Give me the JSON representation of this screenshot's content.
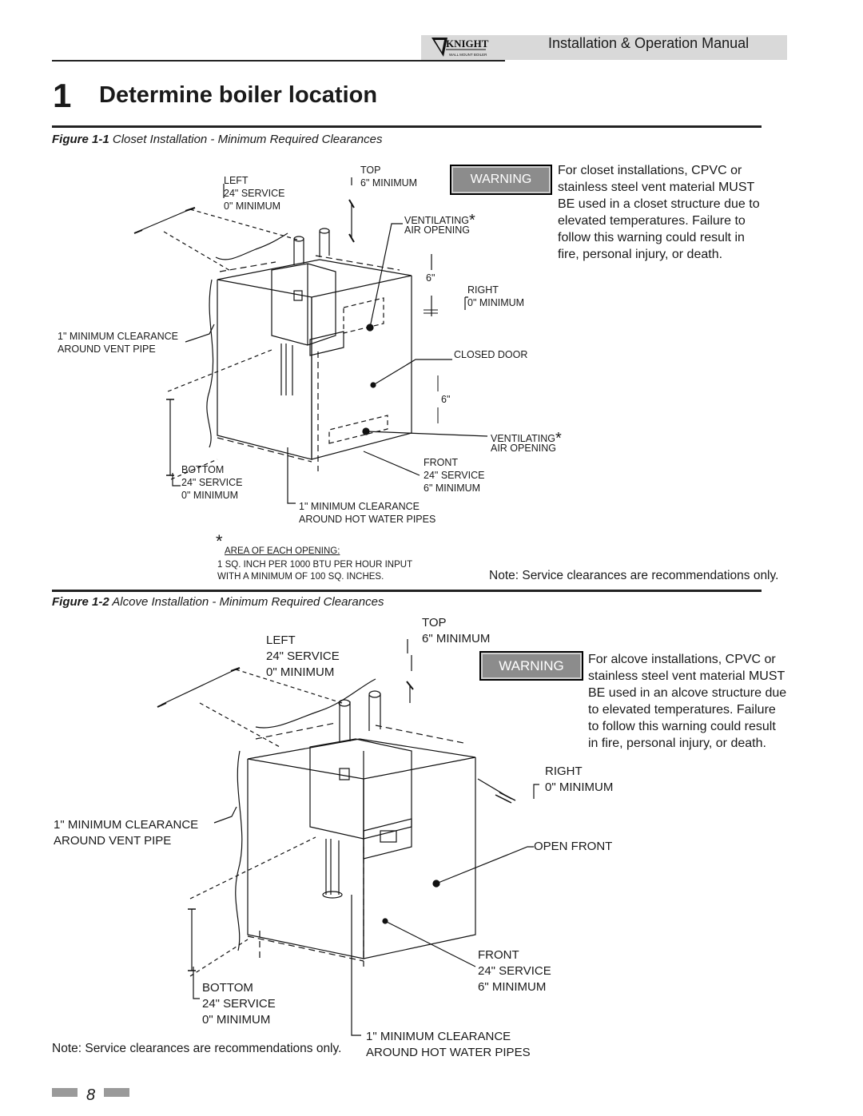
{
  "header": {
    "logo_text": "KNIGHT",
    "logo_subtext": "WALL MOUNT BOILER",
    "title": "Installation & Operation Manual"
  },
  "chapter": {
    "number": "1",
    "title": "Determine boiler location"
  },
  "figure1": {
    "caption_num": "Figure 1-1",
    "caption_text": " Closet Installation - Minimum Required Clearances",
    "warning_label": "WARNING",
    "warning_lines": [
      "For closet installations, CPVC or",
      "stainless steel vent material MUST",
      "BE used in a closet structure due to",
      "elevated temperatures. Failure to",
      "follow this warning could result in",
      "fire, personal injury, or death."
    ],
    "labels": {
      "left": [
        "LEFT",
        "24\" SERVICE",
        "0\" MINIMUM"
      ],
      "top": [
        "TOP",
        "6\" MINIMUM"
      ],
      "vent_top": [
        "VENTILATING",
        "AIR OPENING"
      ],
      "six_top": "6\"",
      "right": [
        "RIGHT",
        "0\" MINIMUM"
      ],
      "vent_pipe": [
        "1\" MINIMUM CLEARANCE",
        "AROUND VENT PIPE"
      ],
      "closed_door": "CLOSED DOOR",
      "six_bottom": "6\"",
      "vent_bottom": [
        "VENTILATING",
        "AIR OPENING"
      ],
      "front": [
        "FRONT",
        "24\" SERVICE",
        "6\" MINIMUM"
      ],
      "bottom": [
        "BOTTOM",
        "24\" SERVICE",
        "0\" MINIMUM"
      ],
      "hot_water": [
        "1\" MINIMUM CLEARANCE",
        "AROUND HOT WATER PIPES"
      ],
      "asterisk": "*"
    },
    "area_note": {
      "title": "AREA OF EACH OPENING:",
      "line1": "1 SQ. INCH PER 1000 BTU PER HOUR INPUT",
      "line2": "WITH A MINIMUM OF 100 SQ. INCHES."
    },
    "service_note": "Note: Service clearances are recommendations only."
  },
  "figure2": {
    "caption_num": "Figure 1-2",
    "caption_text": " Alcove Installation - Minimum Required Clearances",
    "warning_label": "WARNING",
    "warning_lines": [
      "For alcove installations, CPVC or",
      "stainless steel vent material MUST",
      "BE used in an alcove structure due",
      "to elevated temperatures. Failure",
      "to follow this warning could result",
      "in fire, personal injury, or death."
    ],
    "labels": {
      "top": [
        "TOP",
        "6\" MINIMUM"
      ],
      "left": [
        "LEFT",
        "24\" SERVICE",
        "0\" MINIMUM"
      ],
      "right": [
        "RIGHT",
        "0\" MINIMUM"
      ],
      "vent_pipe": [
        "1\" MINIMUM CLEARANCE",
        "AROUND VENT PIPE"
      ],
      "open_front": "OPEN FRONT",
      "front": [
        "FRONT",
        "24\" SERVICE",
        "6\" MINIMUM"
      ],
      "bottom": [
        "BOTTOM",
        "24\" SERVICE",
        "0\" MINIMUM"
      ],
      "hot_water": [
        "1\" MINIMUM CLEARANCE",
        "AROUND HOT WATER PIPES"
      ]
    },
    "service_note": "Note: Service clearances are recommendations only."
  },
  "footer": {
    "page_number": "8"
  }
}
